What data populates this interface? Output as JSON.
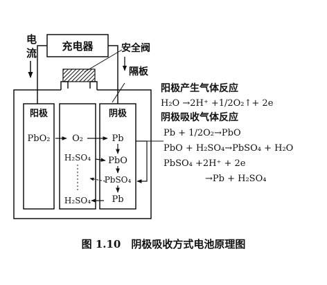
{
  "labels": {
    "current": [
      "电",
      "流"
    ],
    "charger": "充电器",
    "safety_valve": "安全阀",
    "separator": "隔板",
    "anode": "阳极",
    "cathode": "阴极"
  },
  "chemistry": {
    "anode_plate": "PbO₂",
    "middle_o2": "O₂",
    "middle_h2so4_top": "H₂SO₄",
    "middle_h2so4_bottom": "H₂SO₄",
    "cathode_pb_top": "Pb",
    "cathode_pbo": "PbO",
    "cathode_pbso4": "PbSO₄",
    "cathode_pb_bottom": "Pb"
  },
  "reactions": {
    "anode_title": "阳极产生气体反应",
    "anode_eq": "H₂O →2H⁺ +1/2O₂↑+ 2e",
    "cathode_title": "阴极吸收气体反应",
    "cathode_eq1": "Pb + 1/2O₂→PbO",
    "cathode_eq2": "PbO + H₂SO₄→PbSO₄ + H₂O",
    "cathode_eq3": "PbSO₄ +2H⁺ + 2e",
    "cathode_eq4": "→Pb + H₂SO₄"
  },
  "caption": "图 1.10　阴极吸收方式电池原理图"
}
